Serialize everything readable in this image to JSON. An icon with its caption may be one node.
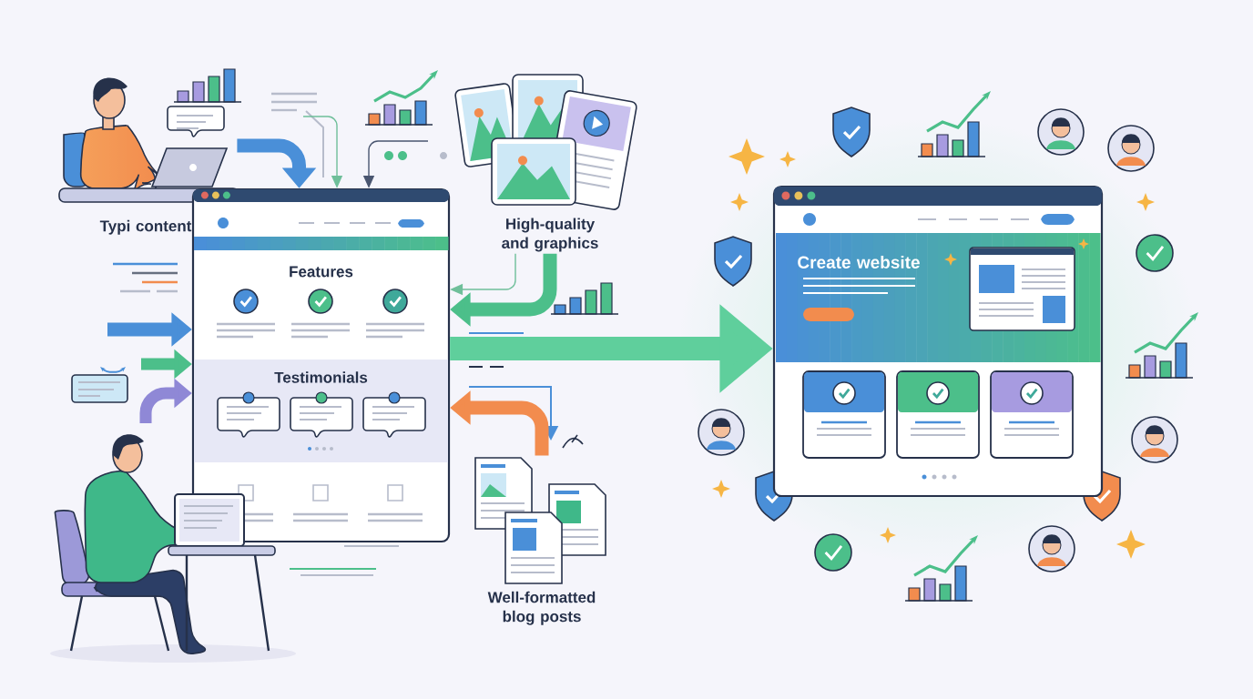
{
  "diagram": {
    "nodes": [
      {
        "text": [
          "Typi content"
        ]
      },
      {
        "text": [],
        "shape": "box"
      },
      {
        "text": [
          "Features"
        ],
        "in": 1
      },
      {
        "text": [
          "Testimonials"
        ],
        "in": 1
      },
      {
        "text": [
          "High-quality and graphics"
        ]
      },
      {
        "text": [
          "Well-formatted blog posts"
        ]
      },
      {
        "text": [],
        "shape": "box"
      },
      {
        "text": [
          "Create website"
        ],
        "in": 6
      }
    ],
    "edges": [
      {
        "from": 0,
        "to": 1,
        "arrow": "to",
        "color": "#4a8fd8"
      },
      {
        "from": 4,
        "to": 1,
        "arrow": "to",
        "color": "#4cbf8a"
      },
      {
        "from": 5,
        "to": 1,
        "arrow": "to",
        "color": "#f28c4e"
      },
      {
        "from": 1,
        "to": 6,
        "arrow": "to",
        "style": "thick",
        "color": "#5fcf9c"
      },
      {
        "from": null,
        "to": 1,
        "arrow": "to",
        "color": "#4a8fd8"
      },
      {
        "from": null,
        "to": 1,
        "arrow": "to",
        "color": "#4cbf8a"
      },
      {
        "from": null,
        "to": 1,
        "arrow": "to",
        "color": "#8f88d6"
      },
      {
        "from": null,
        "to": 1,
        "arrow": "to",
        "color": "#6fbf9a"
      },
      {
        "from": null,
        "to": 1,
        "arrow": "to",
        "color": "#4a5670"
      },
      {
        "from": 4,
        "to": 1,
        "arrow": "to",
        "color": "#6fbf9a"
      }
    ]
  }
}
